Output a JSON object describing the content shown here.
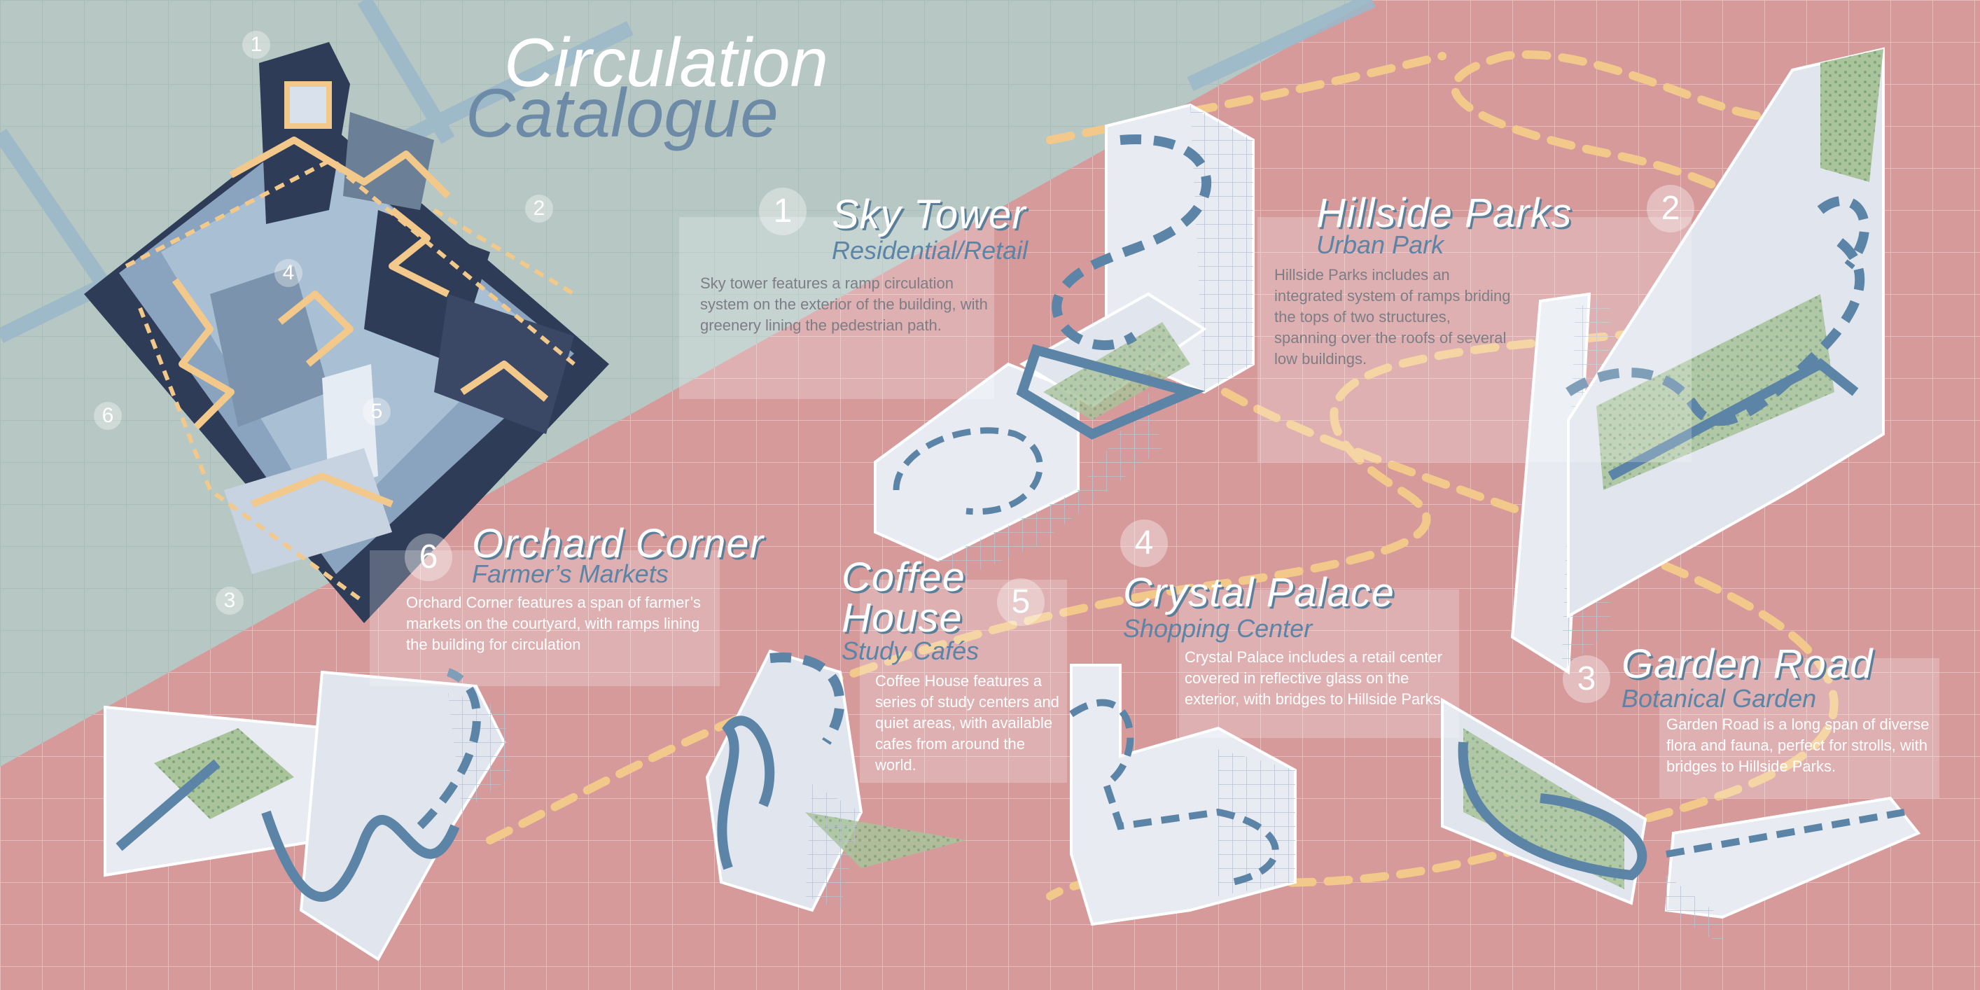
{
  "header": {
    "title_line1": "Circulation",
    "title_line2": "Catalogue"
  },
  "site_plan": {
    "markers": [
      "1",
      "2",
      "3",
      "4",
      "5",
      "6"
    ]
  },
  "buildings": [
    {
      "number": "1",
      "name": "Sky Tower",
      "type": "Residential/Retail",
      "description": "Sky tower features a ramp circulation system on the exterior of the building, with greenery lining the pedestrian path."
    },
    {
      "number": "2",
      "name": "Hillside Parks",
      "type": "Urban Park",
      "description": "Hillside Parks includes an integrated system of ramps briding the tops of two structures, spanning over the roofs of several low buildings."
    },
    {
      "number": "3",
      "name": "Garden Road",
      "type": "Botanical Garden",
      "description": "Garden Road is a long span of diverse flora and fauna, perfect for strolls, with bridges to Hillside Parks."
    },
    {
      "number": "4",
      "name": "Crystal Palace",
      "type": "Shopping Center",
      "description": "Crystal Palace includes a retail center covered in reflective glass on the exterior, with bridges to Hillside Parks"
    },
    {
      "number": "5",
      "name_line1": "Coffee",
      "name_line2": "House",
      "type": "Study Cafés",
      "description": "Coffee House features a series of study centers and quiet areas, with available cafes from around the world."
    },
    {
      "number": "6",
      "name": "Orchard Corner",
      "type": "Farmer’s Markets",
      "description": "Orchard Corner features a span of farmer’s markets on the courtyard, with ramps lining the building for circulation"
    }
  ],
  "colors": {
    "background_pink": "#d69a9b",
    "background_teal": "#b7c8c4",
    "accent_blue": "#5b84a6",
    "path_orange": "#f2c98a",
    "building_white": "#e8ecf2",
    "green": "#a9c39a"
  }
}
